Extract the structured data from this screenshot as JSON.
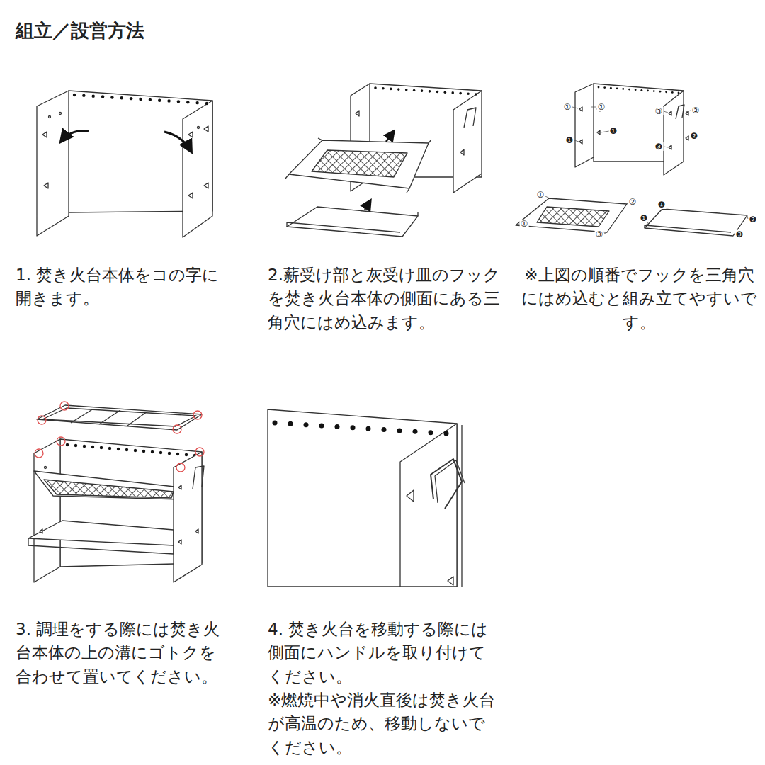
{
  "diagram": {
    "title": "組立／設営方法",
    "labels": [
      "1. 焚き火台本体をコの字に開きます。",
      "2.薪受け部と灰受け皿のフックを焚き火台本体の側面にある三角穴にはめ込みます。",
      "①",
      "①",
      "③",
      "②",
      "❶",
      "❶",
      "❷",
      "❸",
      "①",
      "②",
      "①",
      "③",
      "❶",
      "❷",
      "❶",
      "❸",
      "※上図の順番でフックを三角穴にはめ込むと組み立てやすいです。",
      "3. 調理をする際には焚き火台本体の上の溝にゴトクを合わせて置いてください。",
      "4. 焚き火台を移動する際には側面にハンドルを取り付けてください。",
      "※燃焼中や消火直後は焚き火台が高温のため、移動しないでください。"
    ]
  }
}
